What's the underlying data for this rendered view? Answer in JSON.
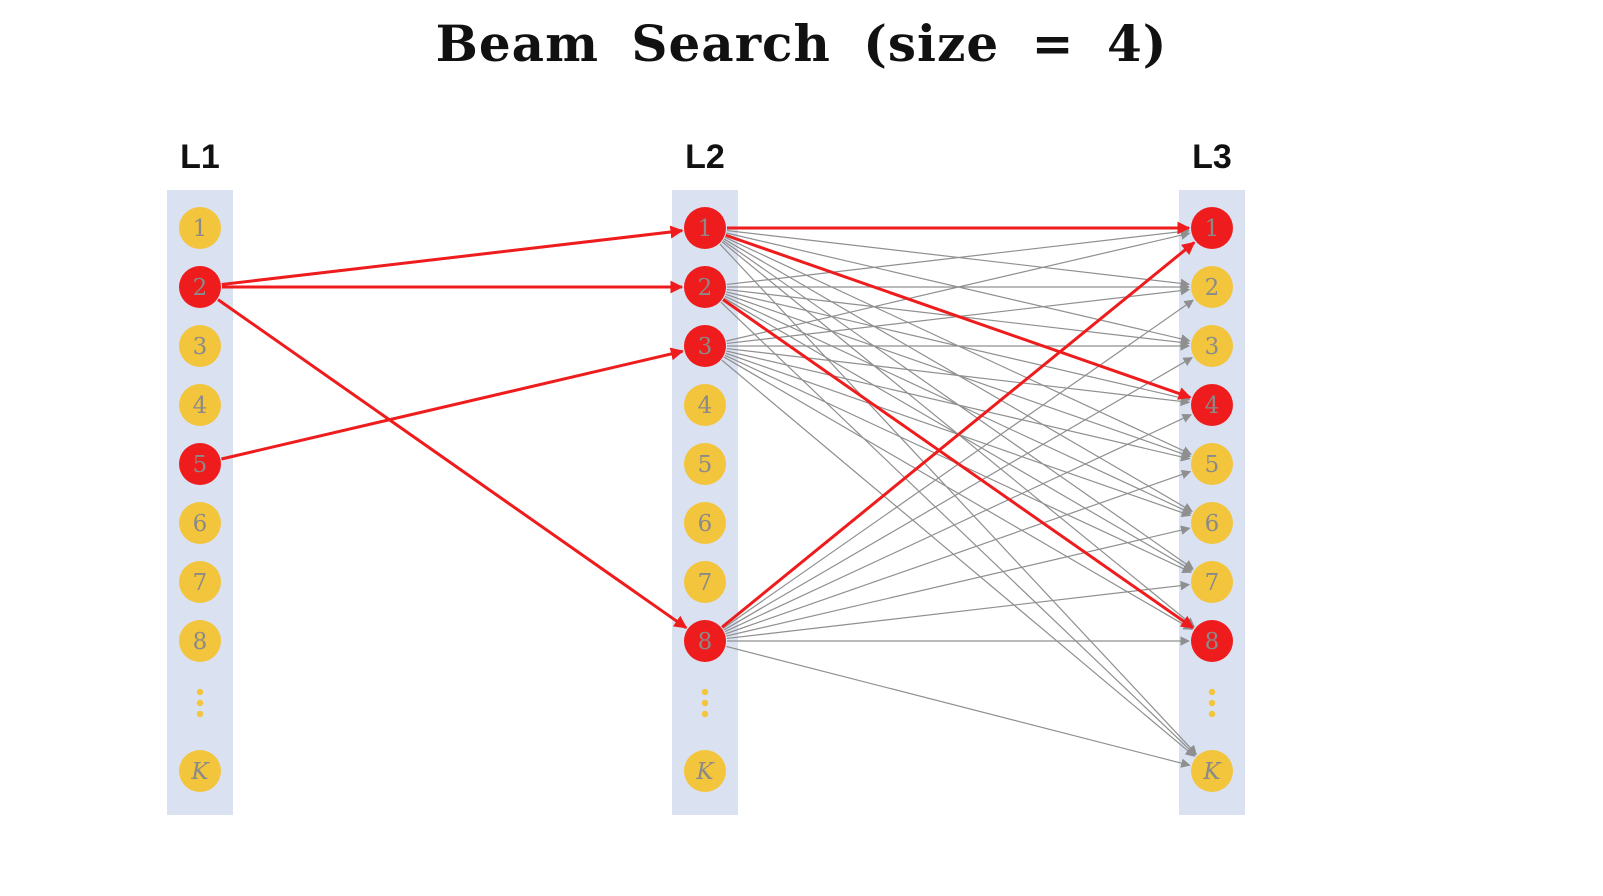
{
  "title": "Beam Search (size = 4)",
  "columns": [
    {
      "id": "L1",
      "label": "L1",
      "nodes": [
        {
          "label": "1",
          "state": "normal"
        },
        {
          "label": "2",
          "state": "selected"
        },
        {
          "label": "3",
          "state": "normal"
        },
        {
          "label": "4",
          "state": "normal"
        },
        {
          "label": "5",
          "state": "selected"
        },
        {
          "label": "6",
          "state": "normal"
        },
        {
          "label": "7",
          "state": "normal"
        },
        {
          "label": "8",
          "state": "normal"
        },
        {
          "label": "⋮",
          "state": "dots"
        },
        {
          "label": "K",
          "state": "normal"
        }
      ]
    },
    {
      "id": "L2",
      "label": "L2",
      "nodes": [
        {
          "label": "1",
          "state": "selected"
        },
        {
          "label": "2",
          "state": "selected"
        },
        {
          "label": "3",
          "state": "selected"
        },
        {
          "label": "4",
          "state": "normal"
        },
        {
          "label": "5",
          "state": "normal"
        },
        {
          "label": "6",
          "state": "normal"
        },
        {
          "label": "7",
          "state": "normal"
        },
        {
          "label": "8",
          "state": "selected"
        },
        {
          "label": "⋮",
          "state": "dots"
        },
        {
          "label": "K",
          "state": "normal"
        }
      ]
    },
    {
      "id": "L3",
      "label": "L3",
      "nodes": [
        {
          "label": "1",
          "state": "selected"
        },
        {
          "label": "2",
          "state": "normal"
        },
        {
          "label": "3",
          "state": "normal"
        },
        {
          "label": "4",
          "state": "selected"
        },
        {
          "label": "5",
          "state": "normal"
        },
        {
          "label": "6",
          "state": "normal"
        },
        {
          "label": "7",
          "state": "normal"
        },
        {
          "label": "8",
          "state": "selected"
        },
        {
          "label": "⋮",
          "state": "dots"
        },
        {
          "label": "K",
          "state": "normal"
        }
      ]
    }
  ],
  "edges": {
    "selected": [
      "L1:2>L2:1",
      "L1:2>L2:2",
      "L1:5>L2:3",
      "L1:2>L2:8",
      "L2:1>L3:1",
      "L2:1>L3:4",
      "L2:2>L3:8",
      "L2:8>L3:1"
    ],
    "candidates": {
      "sources": [
        "L2:1",
        "L2:2",
        "L2:3",
        "L2:8"
      ],
      "targets": [
        "L3:1",
        "L3:2",
        "L3:3",
        "L3:4",
        "L3:5",
        "L3:6",
        "L3:7",
        "L3:8",
        "L3:K"
      ]
    }
  },
  "colors": {
    "column_bg": "#dae1f1",
    "node": "#f2c53c",
    "node_selected": "#ee1c1c",
    "node_label": "#8a8a8a",
    "edge_selected": "#ee1c1c",
    "edge_candidate": "#8f8f8f",
    "title": "#111111",
    "column_label": "#111111"
  }
}
